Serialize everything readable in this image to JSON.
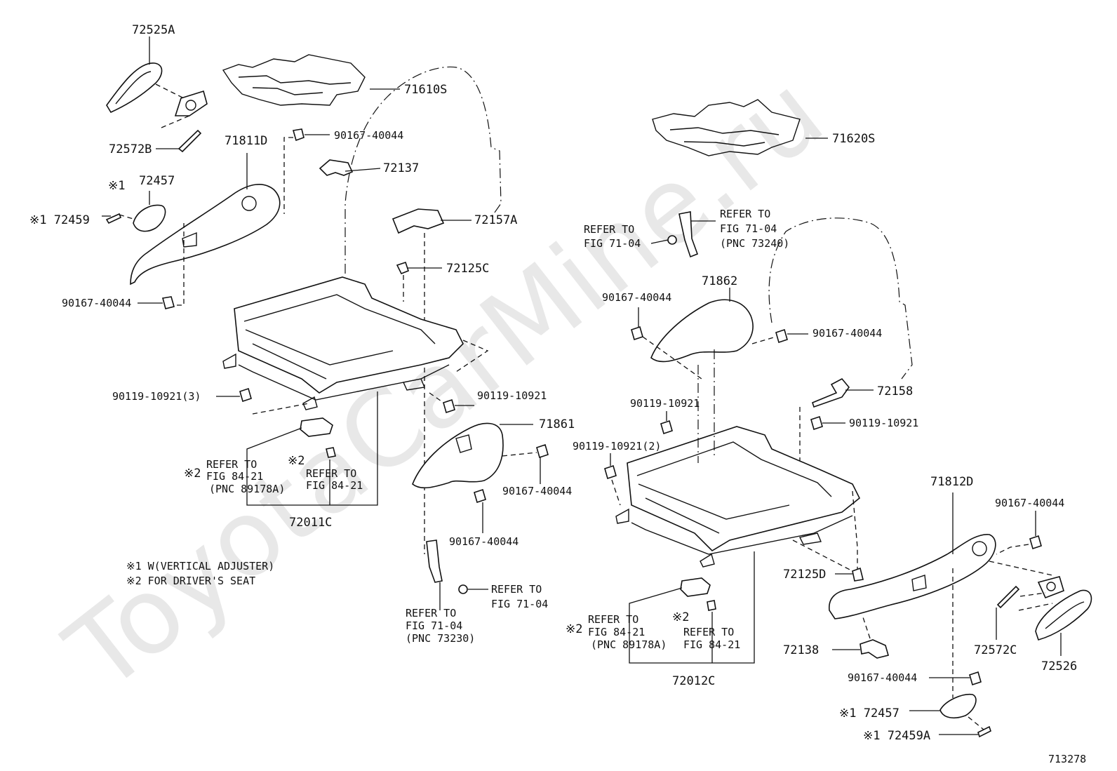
{
  "watermark": "ToyotaCarMine.ru",
  "figure_id": "713278",
  "notes": [
    "※1 W(VERTICAL ADJUSTER)",
    "※2 FOR DRIVER'S SEAT"
  ],
  "labels": {
    "p72525A": "72525A",
    "p71610S": "71610S",
    "p72572B": "72572B",
    "p71811D": "71811D",
    "p90167_a": "90167-40044",
    "p72137": "72137",
    "p72457_l_mark": "※1",
    "p72457_l": "72457",
    "p72459_l": "※1 72459",
    "p72157A": "72157A",
    "p72125C": "72125C",
    "p90167_b": "90167-40044",
    "p90119_3": "90119-10921(3)",
    "p90119_a": "90119-10921",
    "p71861": "71861",
    "p90167_c": "90167-40044",
    "p90167_d": "90167-40044",
    "ref_8421_a1": "REFER TO",
    "ref_8421_a2": "FIG 84-21",
    "ref_8421_a3": "(PNC 89178A)",
    "mark2_a": "※2",
    "mark2_b": "※2",
    "ref_8421_b1": "REFER TO",
    "ref_8421_b2": "FIG 84-21",
    "p72011C": "72011C",
    "ref_7104_a1": "REFER TO",
    "ref_7104_a2": "FIG 71-04",
    "ref_7104_b1": "REFER TO",
    "ref_7104_b2": "FIG 71-04",
    "ref_7104_b3": "(PNC 73230)",
    "p71620S": "71620S",
    "ref_7104_c1": "REFER TO",
    "ref_7104_c2": "FIG 71-04",
    "ref_7104_d1": "REFER TO",
    "ref_7104_d2": "FIG 71-04",
    "ref_7104_d3": "(PNC 73240)",
    "p71862": "71862",
    "p90167_e": "90167-40044",
    "p90167_f": "90167-40044",
    "p72158": "72158",
    "p90119_b": "90119-10921",
    "p90119_c": "90119-10921",
    "p90119_2": "90119-10921(2)",
    "p71812D": "71812D",
    "p90167_g": "90167-40044",
    "p72125D": "72125D",
    "mark2_c": "※2",
    "mark2_d": "※2",
    "ref_8421_c1": "REFER TO",
    "ref_8421_c2": "FIG 84-21",
    "ref_8421_c3": "(PNC 89178A)",
    "ref_8421_d1": "REFER TO",
    "ref_8421_d2": "FIG 84-21",
    "p72012C": "72012C",
    "p72138": "72138",
    "p72572C": "72572C",
    "p72526": "72526",
    "p90167_h": "90167-40044",
    "p72457_r": "※1 72457",
    "p72459A": "※1 72459A"
  }
}
